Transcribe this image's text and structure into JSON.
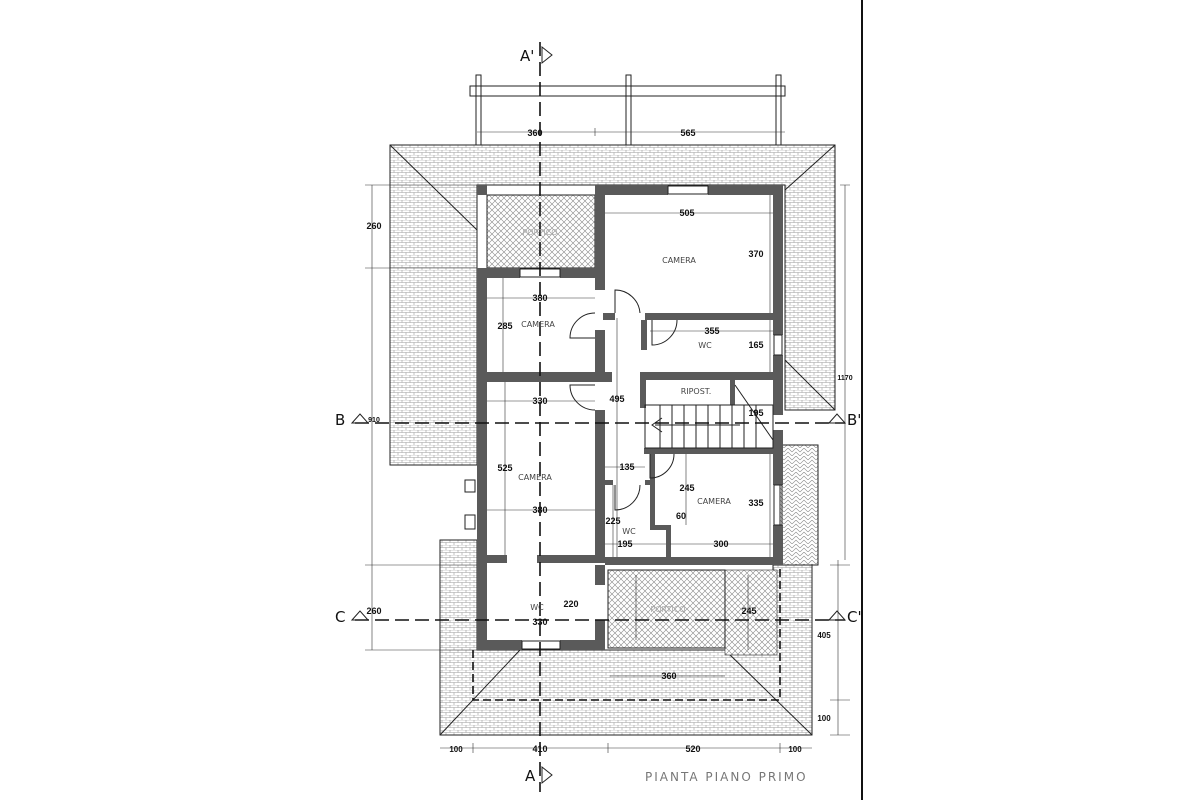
{
  "drawing": {
    "title": "PIANTA PIANO PRIMO",
    "sections": {
      "a_top": "A'",
      "a_bottom": "A",
      "b_left": "B",
      "b_right": "B'",
      "c_left": "C",
      "c_right": "C'"
    },
    "rooms": [
      "PORTICO",
      "CAMERA",
      "CAMERA",
      "WC",
      "RIPOST.",
      "CAMERA",
      "CAMERA",
      "WC",
      "WC",
      "PORTICO"
    ],
    "dimensions": [
      "360",
      "565",
      "260",
      "505",
      "370",
      "380",
      "285",
      "355",
      "165",
      "330",
      "495",
      "195",
      "910",
      "1170",
      "525",
      "135",
      "245",
      "335",
      "380",
      "60",
      "225",
      "195",
      "300",
      "220",
      "260",
      "330",
      "245",
      "405",
      "360",
      "100",
      "100",
      "410",
      "520",
      "100"
    ]
  },
  "colors": {
    "wall": "#5a5a5a",
    "line": "#222222",
    "hatch": "#888888"
  }
}
